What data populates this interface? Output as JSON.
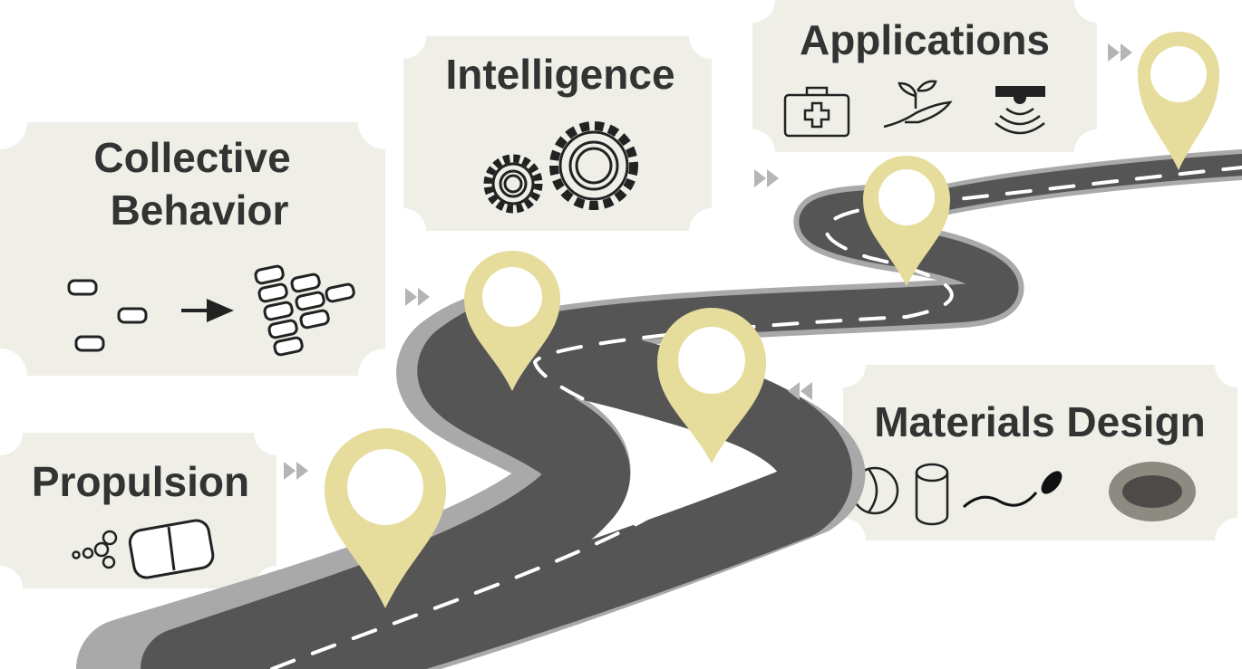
{
  "colors": {
    "panel": "#efeee7",
    "road": "#555555",
    "road_edge": "#a9a9a9",
    "pin": "#e6dc9c",
    "text": "#333333",
    "arrow": "#b5b5b5"
  },
  "panels": {
    "collective_line1": "Collective",
    "collective_line2": "Behavior",
    "intelligence": "Intelligence",
    "applications": "Applications",
    "propulsion": "Propulsion",
    "materials": "Materials Design"
  },
  "icons": {
    "collective": [
      "scattered-particles-icon",
      "arrow-right-icon",
      "swarm-cluster-icon"
    ],
    "intelligence": [
      "gears-icon"
    ],
    "applications": [
      "medical-kit-icon",
      "plant-in-hand-icon",
      "sensor-icon"
    ],
    "propulsion": [
      "bubbles-icon",
      "janus-capsule-icon"
    ],
    "materials": [
      "janus-sphere-icon",
      "cylinder-icon",
      "sperm-icon",
      "disc-icon"
    ]
  }
}
